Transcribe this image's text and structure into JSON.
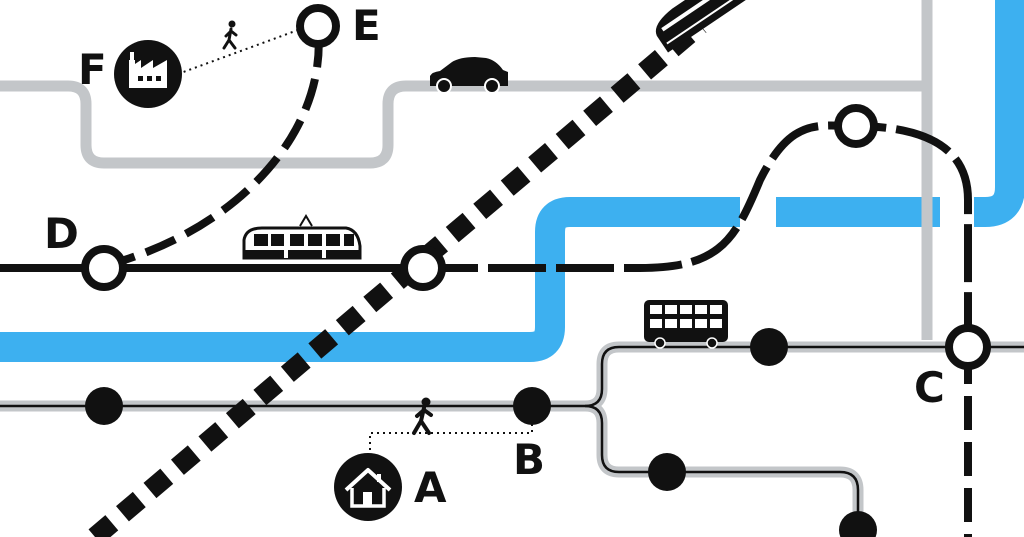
{
  "labels": {
    "a": "A",
    "b": "B",
    "c": "C",
    "d": "D",
    "e": "E",
    "f": "F"
  },
  "colors": {
    "river": "#3db0f0",
    "road": "#c3c6c9",
    "rail": "#111111",
    "background": "#ffffff"
  },
  "icons": [
    "house-icon",
    "factory-icon",
    "pedestrian-icon",
    "car-icon",
    "tram-icon",
    "bus-icon",
    "high-speed-train-icon"
  ]
}
